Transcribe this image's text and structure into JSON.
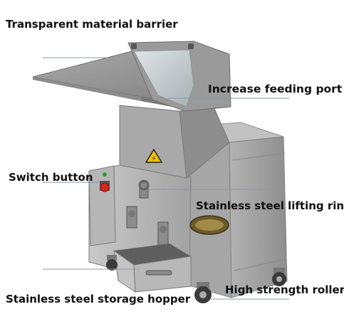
{
  "labels": {
    "barrier": "Transparent material barrier",
    "feed_port": "Increase feeding port",
    "switch": "Switch button",
    "lifting_ring": "Stainless steel lifting ring",
    "roller": "High strength roller",
    "hopper": "Stainless steel storage hopper"
  },
  "colors": {
    "steel_light": "#b9b9b9",
    "steel_mid": "#9e9e9e",
    "steel_dark": "#6f6f6f",
    "warning_yellow": "#f2c200",
    "switch_red": "#d8261c",
    "leader_line": "#8a98a8"
  }
}
